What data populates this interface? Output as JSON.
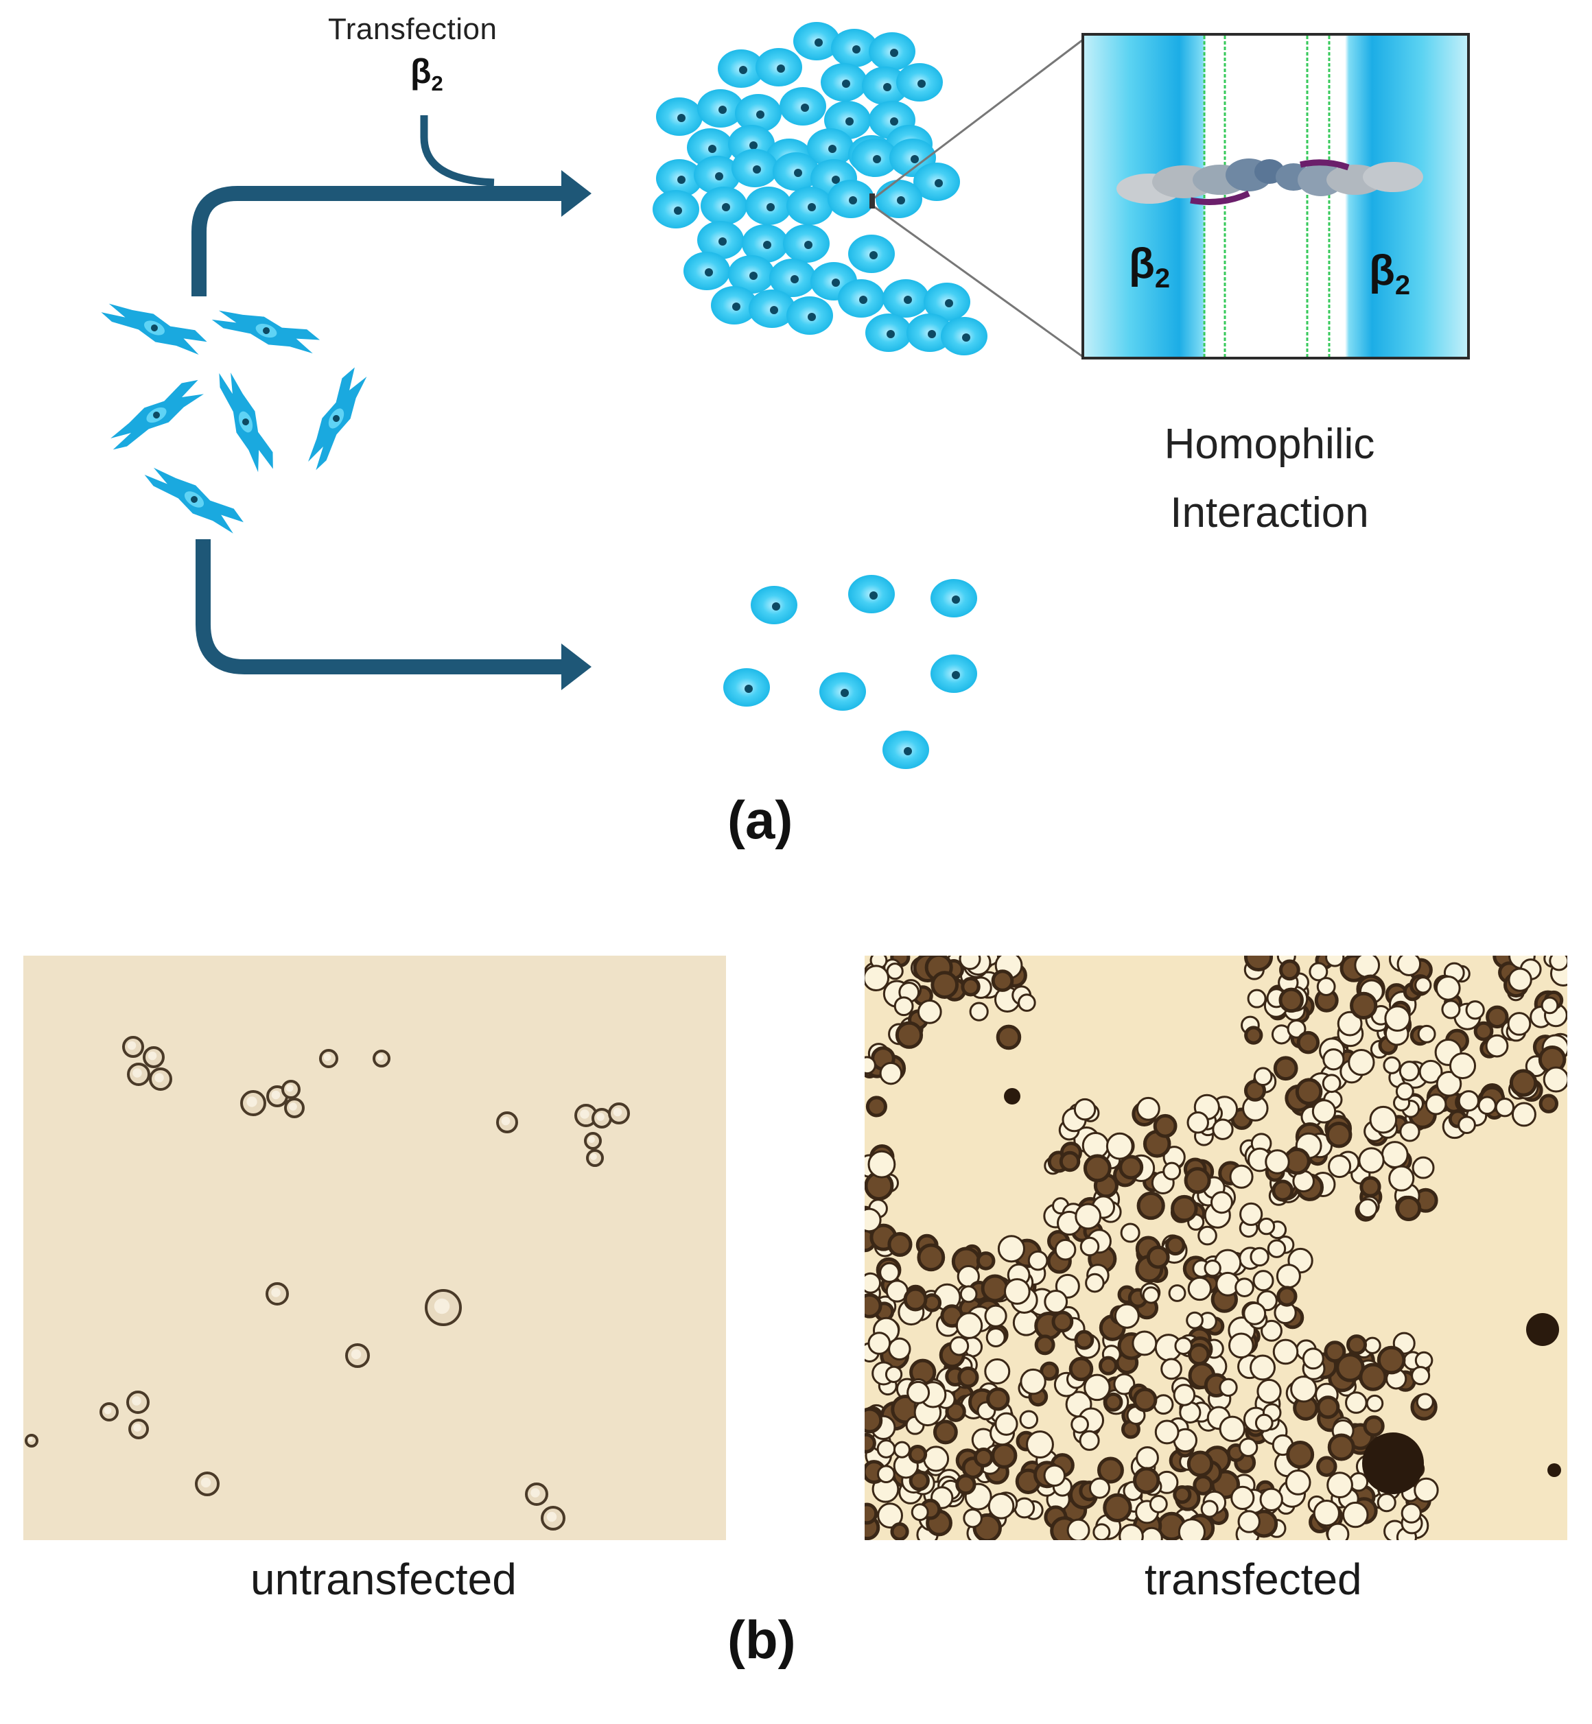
{
  "panel_a": {
    "transfection_label": "Transfection",
    "beta_symbol": "β",
    "beta_subscript": "2",
    "inset_beta_left": "β",
    "inset_beta_right": "β",
    "inset_beta_subscript": "2",
    "homophilic_line1": "Homophilic",
    "homophilic_line2": "Interaction",
    "panel_label": "(a)"
  },
  "panel_b": {
    "left_caption": "untransfected",
    "right_caption": "transfected",
    "panel_label": "(b)"
  },
  "colors": {
    "cell_fill": "#29c3ee",
    "cell_light": "#a6e8fb",
    "nucleus": "#0d4a63",
    "arrow": "#1e5777",
    "inset_bg": "#b9ecf7",
    "inset_band": "#1fb4ea",
    "micro_left_bg": "#efe2c8",
    "micro_right_bg": "#f4e4bd",
    "micro_dark": "#3a2716"
  }
}
